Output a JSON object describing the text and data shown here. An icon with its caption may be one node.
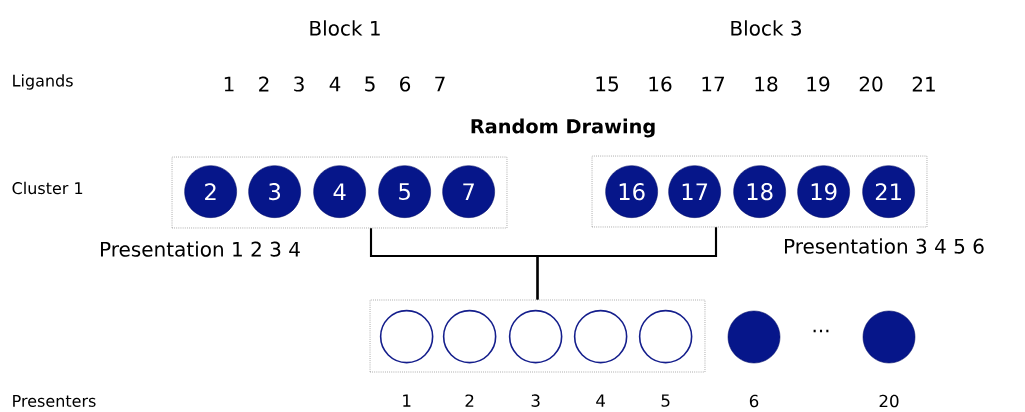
{
  "diagram": {
    "nodes": [
      {
        "text": [],
        "shape": "box"
      },
      {
        "text": [
          "2"
        ],
        "in": 0
      },
      {
        "text": [
          "3"
        ],
        "in": 0
      },
      {
        "text": [
          "4"
        ],
        "in": 0
      },
      {
        "text": [
          "5"
        ],
        "in": 0
      },
      {
        "text": [
          "7"
        ],
        "in": 0
      },
      {
        "text": [],
        "shape": "box"
      },
      {
        "text": [
          "16"
        ],
        "in": 6
      },
      {
        "text": [
          "17"
        ],
        "in": 6
      },
      {
        "text": [
          "18"
        ],
        "in": 6
      },
      {
        "text": [
          "19"
        ],
        "in": 6
      },
      {
        "text": [
          "21"
        ],
        "in": 6
      },
      {
        "text": [],
        "shape": "box"
      },
      {
        "text": [],
        "shape": "circle",
        "in": 12,
        "beside": [
          "1"
        ]
      },
      {
        "text": [],
        "shape": "circle",
        "in": 12,
        "beside": [
          "2"
        ]
      },
      {
        "text": [],
        "shape": "circle",
        "in": 12,
        "beside": [
          "3"
        ]
      },
      {
        "text": [],
        "shape": "circle",
        "in": 12,
        "beside": [
          "4"
        ]
      },
      {
        "text": [],
        "shape": "circle",
        "in": 12,
        "beside": [
          "5"
        ]
      },
      {
        "text": [],
        "shape": "circle",
        "beside": [
          "6"
        ]
      },
      {
        "text": [],
        "shape": "circle",
        "beside": [
          "20"
        ]
      }
    ],
    "edges": [
      {
        "from": 0,
        "to": 12,
        "arrow": "none"
      },
      {
        "from": 6,
        "to": 12,
        "arrow": "none"
      }
    ],
    "labels": [
      "Block 1",
      "Block 3",
      "Ligands",
      "1",
      "2",
      "3",
      "4",
      "5",
      "6",
      "7",
      "15",
      "16",
      "17",
      "18",
      "19",
      "20",
      "21",
      "Random Drawing",
      "Cluster 1",
      "Presentation 1 2 3 4",
      "Presentation 3 4 5 6",
      "...",
      "Presenters"
    ]
  }
}
